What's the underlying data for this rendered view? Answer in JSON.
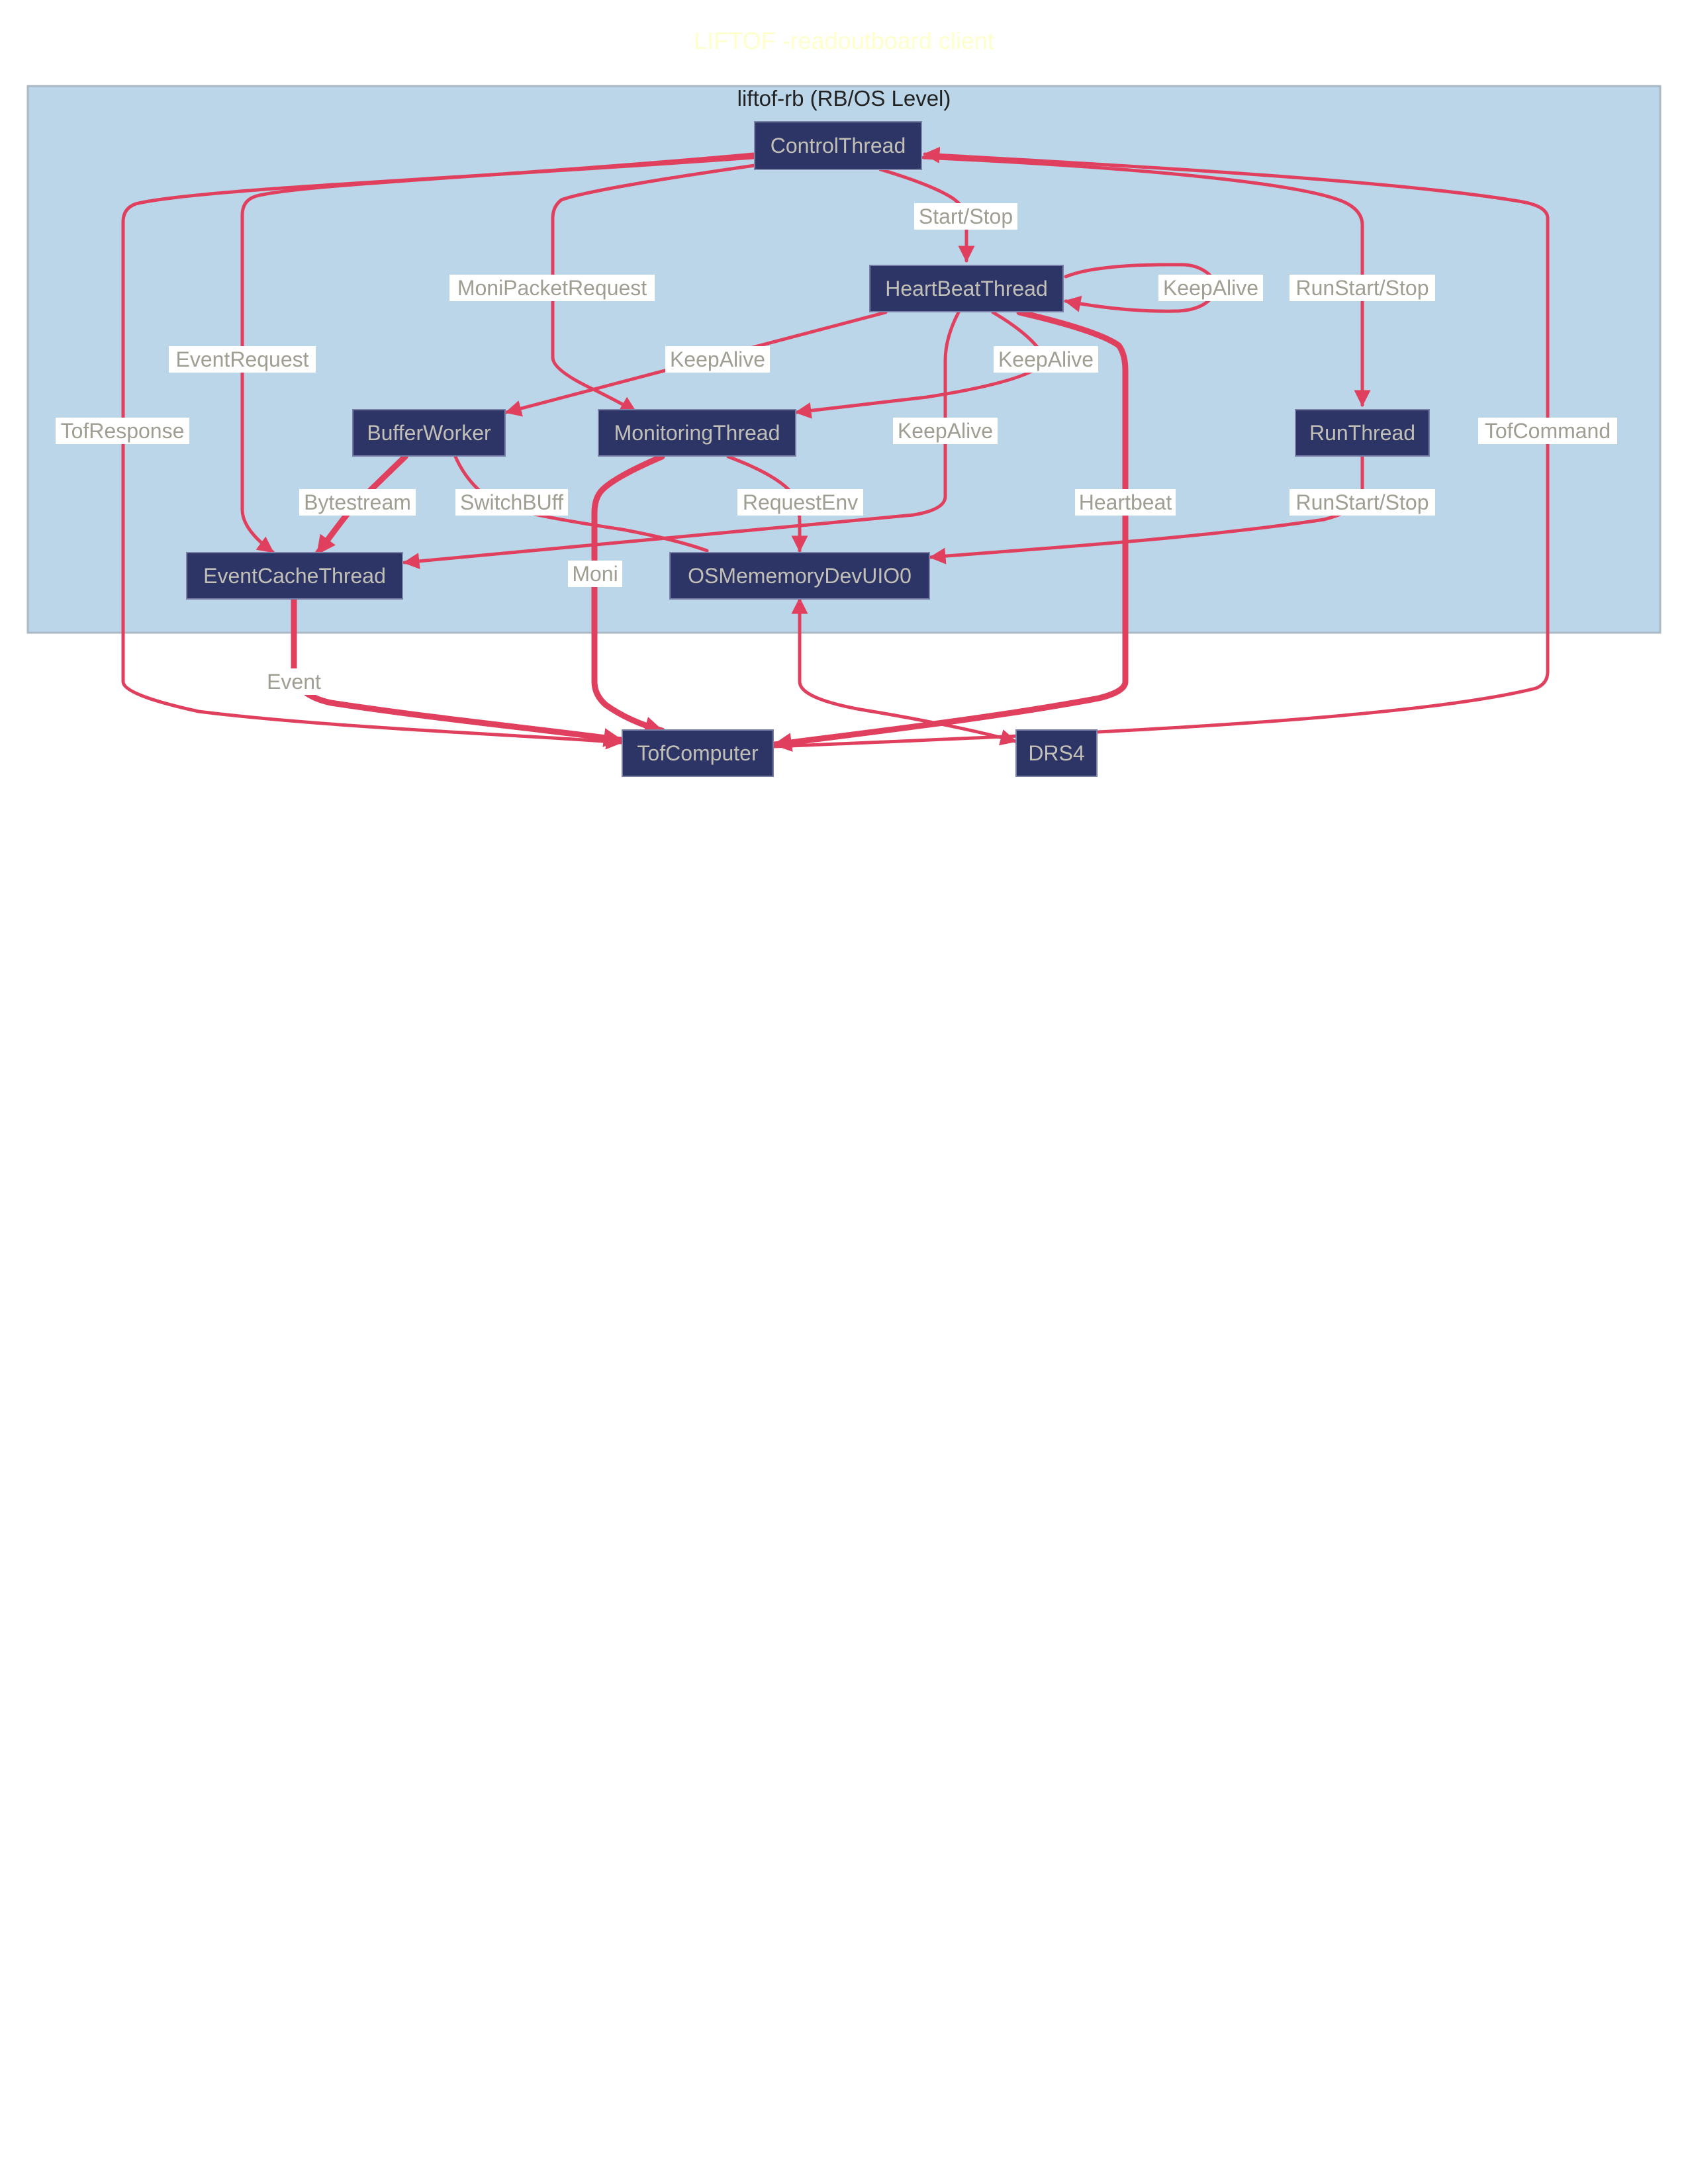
{
  "title": "LIFTOF -readoutboard client",
  "cluster": {
    "label": "liftof-rb (RB/OS Level)",
    "color": "#bbd6e8"
  },
  "nodes": {
    "control_thread": "ControlThread",
    "heartbeat_thread": "HeartBeatThread",
    "buffer_worker": "BufferWorker",
    "monitoring_thread": "MonitoringThread",
    "run_thread": "RunThread",
    "event_cache_thread": "EventCacheThread",
    "os_memory": "OSMememoryDevUIO0",
    "tof_computer": "TofComputer",
    "drs4": "DRS4"
  },
  "edge_labels": {
    "start_stop": "Start/Stop",
    "moni_packet_request": "MoniPacketRequest",
    "keepalive_self": "KeepAlive",
    "runstart_stop_1": "RunStart/Stop",
    "event_request": "EventRequest",
    "keepalive_buffer": "KeepAlive",
    "keepalive_moni": "KeepAlive",
    "tof_response": "TofResponse",
    "keepalive_cache": "KeepAlive",
    "tof_command": "TofCommand",
    "bytestream": "Bytestream",
    "switch_buff": "SwitchBUff",
    "request_env": "RequestEnv",
    "heartbeat": "Heartbeat",
    "runstart_stop_2": "RunStart/Stop",
    "moni": "Moni",
    "event": "Event"
  },
  "colors": {
    "node_fill": "#2d3466",
    "edge": "#e0405e",
    "title": "#ffffcc"
  }
}
